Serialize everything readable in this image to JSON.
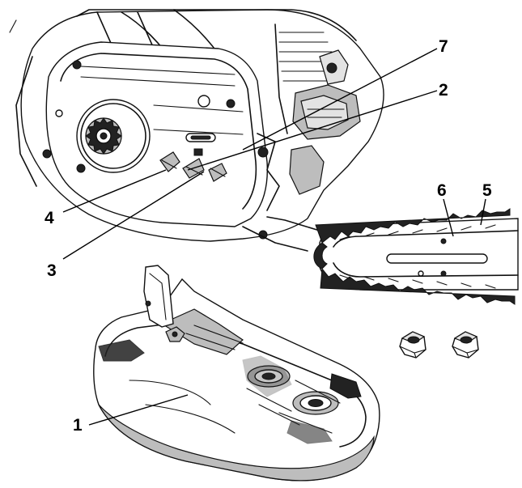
{
  "callouts": {
    "c1": "1",
    "c2": "2",
    "c3": "3",
    "c4": "4",
    "c5": "5",
    "c6": "6",
    "c7": "7"
  },
  "colors": {
    "line": "#111111",
    "shade": "#bdbdbd",
    "background": "#ffffff"
  },
  "icons": {
    "sprocket": "sprocket-icon",
    "nut": "nut-icon"
  }
}
